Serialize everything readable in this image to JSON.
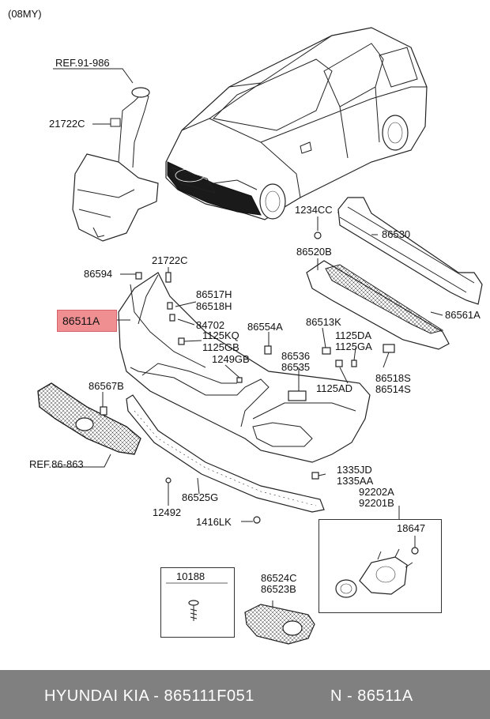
{
  "model_year": "(08MY)",
  "refs": {
    "washer": "REF.91-986",
    "grille": "REF.86-863"
  },
  "parts": {
    "p21722C_top": "21722C",
    "p86530": "86530",
    "p1234CC": "1234CC",
    "p86520B": "86520B",
    "p86561A": "86561A",
    "p86594": "86594",
    "p21722C": "21722C",
    "p86517H": "86517H",
    "p86518H": "86518H",
    "p86511A": "86511A",
    "p84702": "84702",
    "p86554A": "86554A",
    "p86513K": "86513K",
    "p1125KQ": "1125KQ",
    "p1125GB": "1125GB",
    "p1125DA": "1125DA",
    "p1125GA": "1125GA",
    "p1249GB": "1249GB",
    "p86536": "86536",
    "p86535": "86535",
    "p86518S": "86518S",
    "p86514S": "86514S",
    "p86567B": "86567B",
    "p1125AD": "1125AD",
    "p1335JD": "1335JD",
    "p1335AA": "1335AA",
    "p92202A": "92202A",
    "p92201B": "92201B",
    "p86525G": "86525G",
    "p12492": "12492",
    "p1416LK": "1416LK",
    "p18647": "18647",
    "p10188": "10188",
    "p86524C": "86524C",
    "p86523B": "86523B"
  },
  "footer": {
    "brand": "HYUNDAI  KIA - 865111F051",
    "code": "N - 86511A"
  }
}
